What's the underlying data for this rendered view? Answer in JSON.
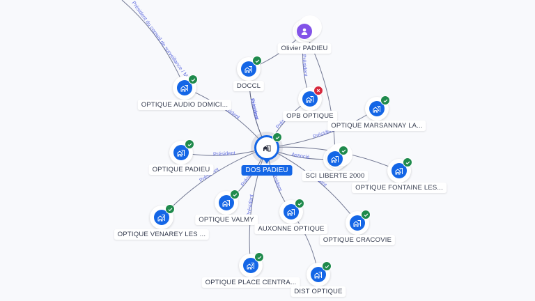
{
  "center": {
    "label": "DOS PADIEU",
    "icon": "building-icon",
    "status": "active"
  },
  "nodes": [
    {
      "id": "olivier",
      "label": "Olivier PADIEU",
      "type": "person",
      "icon": "person-icon",
      "status": "none",
      "stacked": true
    },
    {
      "id": "doccl",
      "label": "DOCCL",
      "type": "company",
      "icon": "building-icon",
      "status": "active"
    },
    {
      "id": "audio",
      "label": "OPTIQUE AUDIO DOMICI...",
      "type": "company",
      "icon": "building-icon",
      "status": "active"
    },
    {
      "id": "opb",
      "label": "OPB OPTIQUE",
      "type": "company",
      "icon": "building-icon",
      "status": "closed"
    },
    {
      "id": "marsannay",
      "label": "OPTIQUE MARSANNAY LA...",
      "type": "company",
      "icon": "building-icon",
      "status": "active"
    },
    {
      "id": "padieu",
      "label": "OPTIQUE PADIEU",
      "type": "company",
      "icon": "building-icon",
      "status": "active"
    },
    {
      "id": "sci",
      "label": "SCI LIBERTE 2000",
      "type": "company",
      "icon": "building-icon",
      "status": "active",
      "stacked": true
    },
    {
      "id": "fontaine",
      "label": "OPTIQUE FONTAINE LES...",
      "type": "company",
      "icon": "building-icon",
      "status": "active"
    },
    {
      "id": "venarey",
      "label": "OPTIQUE VENAREY LES ...",
      "type": "company",
      "icon": "building-icon",
      "status": "active"
    },
    {
      "id": "valmy",
      "label": "OPTIQUE VALMY",
      "type": "company",
      "icon": "building-icon",
      "status": "active"
    },
    {
      "id": "auxonne",
      "label": "AUXONNE OPTIQUE",
      "type": "company",
      "icon": "building-icon",
      "status": "active"
    },
    {
      "id": "cracovie",
      "label": "OPTIQUE CRACOVIE",
      "type": "company",
      "icon": "building-icon",
      "status": "active"
    },
    {
      "id": "place",
      "label": "OPTIQUE PLACE CENTRA...",
      "type": "company",
      "icon": "building-icon",
      "status": "active"
    },
    {
      "id": "dist",
      "label": "DIST OPTIQUE",
      "type": "company",
      "icon": "building-icon",
      "status": "active"
    }
  ],
  "edges": [
    {
      "from": "olivier",
      "to": "doccl",
      "label": ""
    },
    {
      "from": "olivier",
      "to": "opb",
      "label": "Président"
    },
    {
      "from": "olivier",
      "to": "sci",
      "label": ""
    },
    {
      "from": "doccl",
      "to": "center",
      "label": "Président"
    },
    {
      "from": "audio",
      "to": "center",
      "label": "Président"
    },
    {
      "from": "audio",
      "to": "offscreen",
      "label": "Président du conseil de surveillance / Membre du conseil de surveillance"
    },
    {
      "from": "center",
      "to": "doccl",
      "label": "Directeur"
    },
    {
      "from": "opb",
      "to": "center",
      "label": "Président"
    },
    {
      "from": "marsannay",
      "to": "center",
      "label": "Président"
    },
    {
      "from": "padieu",
      "to": "center",
      "label": "Président"
    },
    {
      "from": "sci",
      "to": "center",
      "label": "Associé"
    },
    {
      "from": "fontaine",
      "to": "center",
      "label": ""
    },
    {
      "from": "venarey",
      "to": "center",
      "label": "Président"
    },
    {
      "from": "valmy",
      "to": "center",
      "label": "Président"
    },
    {
      "from": "auxonne",
      "to": "center",
      "label": "Président"
    },
    {
      "from": "cracovie",
      "to": "center",
      "label": "Président"
    },
    {
      "from": "place",
      "to": "center",
      "label": "Président"
    },
    {
      "from": "dist",
      "to": "auxonne",
      "label": ""
    }
  ],
  "colors": {
    "company": "#1466e6",
    "person": "#8353e8",
    "active": "#1f8a4c",
    "closed": "#d6293e",
    "edge_label": "#6470e0",
    "background": "#f8f9fc"
  }
}
